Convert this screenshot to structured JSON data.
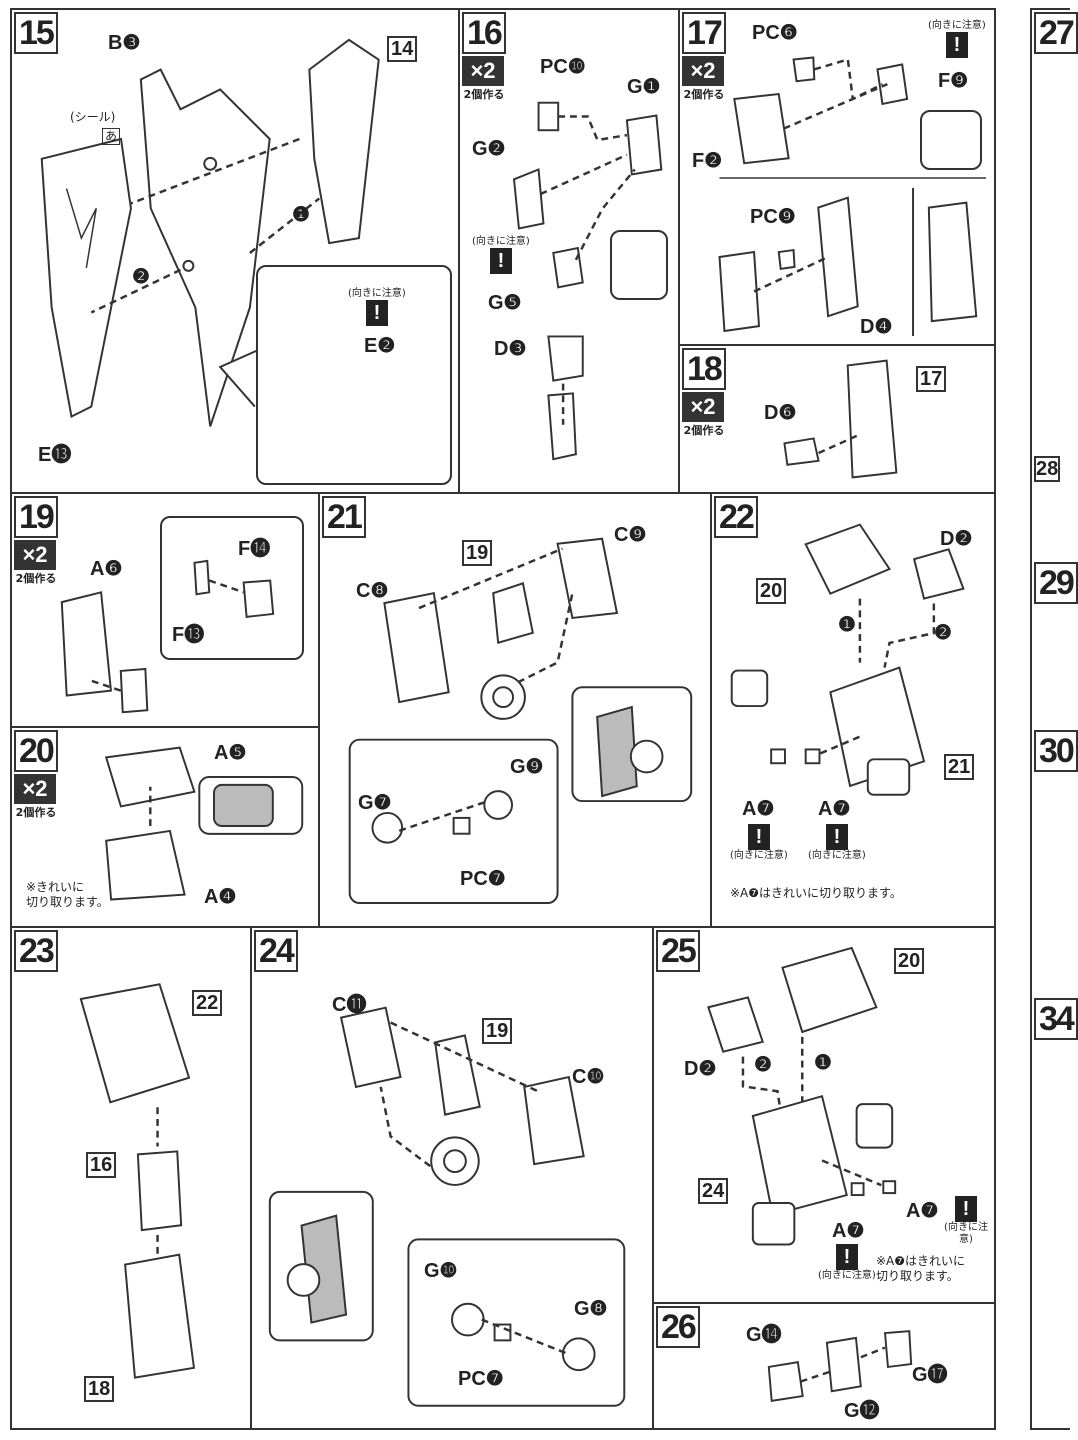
{
  "multiplier": "×2",
  "make_two": "2個作る",
  "caution_text": "(向きに注意)",
  "steps": {
    "s15": {
      "num": "15",
      "labels": {
        "b3": "B❸",
        "e2": "E❷",
        "e13": "E⓭",
        "ref14": "14",
        "seal": "(シール)",
        "seal_mark": "あ",
        "arrow1": "❶",
        "arrow2": "❷"
      }
    },
    "s16": {
      "num": "16",
      "labels": {
        "pc10": "PC❿",
        "g1": "G❶",
        "g2": "G❷",
        "g5": "G❺",
        "d3": "D❸"
      }
    },
    "s17": {
      "num": "17",
      "labels": {
        "pc6": "PC❻",
        "f9": "F❾",
        "f2": "F❷",
        "pc9": "PC❾",
        "d4": "D❹"
      }
    },
    "s18": {
      "num": "18",
      "labels": {
        "d6": "D❻",
        "ref17": "17"
      }
    },
    "s19": {
      "num": "19",
      "labels": {
        "a6": "A❻",
        "f14": "F⓮",
        "f13": "F⓭"
      }
    },
    "s20": {
      "num": "20",
      "labels": {
        "a5": "A❺",
        "a4": "A❹",
        "note": "※きれいに\n切り取ります。"
      }
    },
    "s21": {
      "num": "21",
      "labels": {
        "c8": "C❽",
        "c9": "C❾",
        "ref19": "19",
        "g7": "G❼",
        "g9": "G❾",
        "pc7": "PC❼"
      }
    },
    "s22": {
      "num": "22",
      "labels": {
        "d2": "D❷",
        "ref20": "20",
        "ref21": "21",
        "a7a": "A❼",
        "a7b": "A❼",
        "arrow1": "❶",
        "arrow2": "❷",
        "note": "※A❼はきれいに切り取ります。"
      }
    },
    "s23": {
      "num": "23",
      "labels": {
        "ref22": "22",
        "ref16": "16",
        "ref18": "18"
      }
    },
    "s24": {
      "num": "24",
      "labels": {
        "c11": "C⓫",
        "ref19": "19",
        "c10": "C❿",
        "g10": "G❿",
        "g8": "G❽",
        "pc7": "PC❼"
      }
    },
    "s25": {
      "num": "25",
      "labels": {
        "ref20": "20",
        "d2": "D❷",
        "ref24": "24",
        "a7a": "A❼",
        "a7b": "A❼",
        "arrow1": "❶",
        "arrow2": "❷",
        "note": "※A❼はきれいに\n切り取ります。"
      }
    },
    "s26": {
      "num": "26",
      "labels": {
        "g14": "G⓮",
        "g12": "G⓬",
        "g17": "G⓱"
      }
    },
    "next": {
      "n27": "27",
      "n28": "28",
      "n29": "29",
      "n30": "30",
      "n34": "34"
    }
  }
}
